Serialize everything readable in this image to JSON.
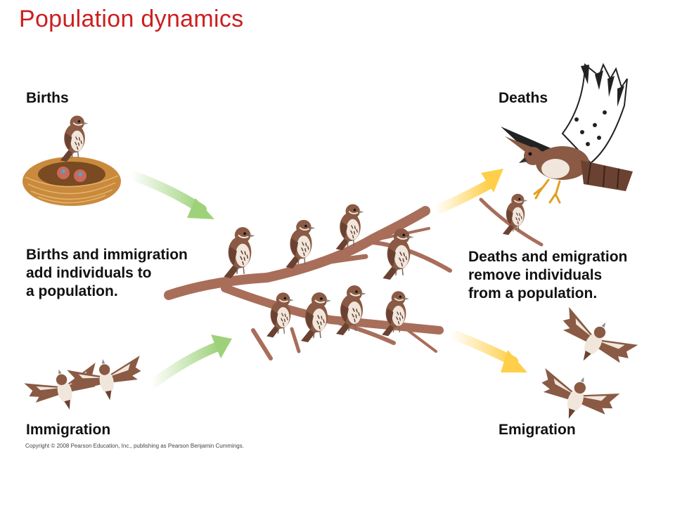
{
  "title": "Population dynamics",
  "labels": {
    "births": "Births",
    "deaths": "Deaths",
    "immigration": "Immigration",
    "emigration": "Emigration"
  },
  "left_description": [
    "Births and immigration",
    "add individuals to",
    "a population."
  ],
  "right_description": [
    "Deaths and emigration",
    "remove individuals",
    "from a population."
  ],
  "copyright": "Copyright © 2008 Pearson Education, Inc., publishing as Pearson Benjamin Cummings.",
  "colors": {
    "title": "#cc1f1f",
    "inflow_arrow": "#9ed27a",
    "outflow_arrow": "#ffcf4a",
    "branch": "#a86e5a",
    "bird_body": "#8a5a44",
    "bird_breast": "#f1e6dc",
    "hawk_wing": "#ffffff",
    "nest": "#c98a3e"
  }
}
